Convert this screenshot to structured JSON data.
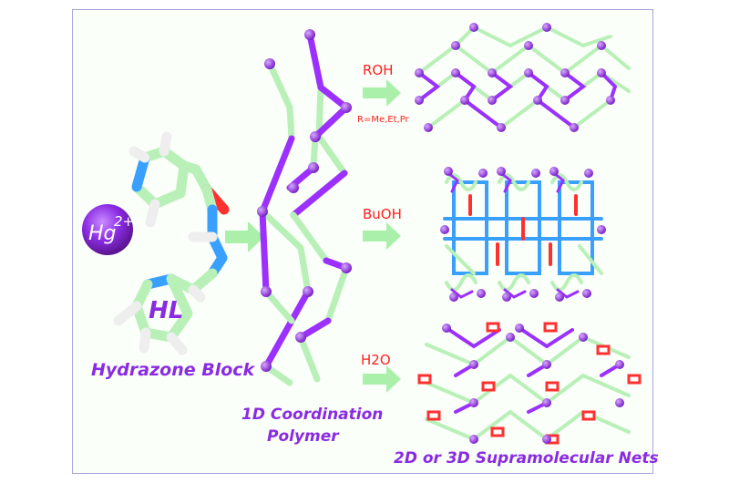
{
  "ion": {
    "symbol": "Hg",
    "charge": "2+"
  },
  "ligand": {
    "abbrev": "HL",
    "name": "Hydrazone Block"
  },
  "polymer": {
    "line1": "1D Coordination",
    "line2": "Polymer"
  },
  "routes": [
    {
      "solvent": "ROH",
      "note": "R=Me,Et,Pr"
    },
    {
      "solvent": "BuOH",
      "note": ""
    },
    {
      "solvent": "H2O",
      "note": ""
    }
  ],
  "nets": {
    "caption": "2D or 3D Supramolecular Nets"
  },
  "colors": {
    "metal": "#9b30ff",
    "carbon_bond": "#b8f0b8",
    "nitrogen": "#3aa0ff",
    "oxygen": "#ff3030",
    "hydrogen": "#f2f2f2",
    "arrow": "#aaf0aa",
    "frame": "#a9a4de"
  }
}
